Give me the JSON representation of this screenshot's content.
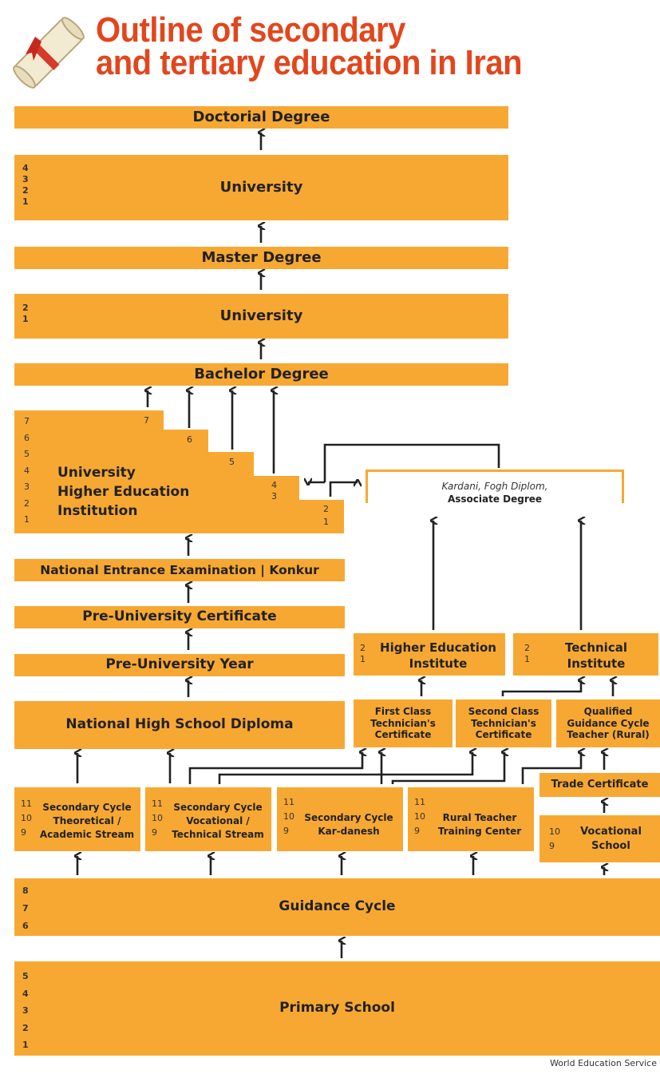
{
  "title_line1": "Outline of secondary",
  "title_line2": "and tertiary education in Iran",
  "source": "World Education Service",
  "colors": {
    "box": "#f7a833",
    "title": "#e2461d",
    "arrow": "#222222"
  },
  "doctorial": "Doctorial Degree",
  "university_doctoral": {
    "label": "University",
    "years": [
      "4",
      "3",
      "2",
      "1"
    ]
  },
  "master": "Master Degree",
  "university_master": {
    "label": "University",
    "years": [
      "2",
      "1"
    ]
  },
  "bachelor": "Bachelor Degree",
  "uni_hei": {
    "line1": "University",
    "line2": "Higher Education",
    "line3": "Institution",
    "years": [
      "7",
      "6",
      "5",
      "4",
      "3",
      "2",
      "1"
    ],
    "step_labels": [
      "7",
      "6",
      "5",
      "4",
      "3",
      "2",
      "1"
    ]
  },
  "associate": {
    "line1": "Kardani, Fogh Diplom,",
    "line2": "Associate Degree"
  },
  "konkur": "National Entrance Examination | Konkur",
  "pre_cert": "Pre-University Certificate",
  "pre_year": "Pre-University Year",
  "diploma": "National High School Diploma",
  "hei_institute": {
    "line1": "Higher Education",
    "line2": "Institute",
    "years": [
      "2",
      "1"
    ]
  },
  "tech_institute": {
    "line1": "Technical",
    "line2": "Institute",
    "years": [
      "2",
      "1"
    ]
  },
  "first_class": {
    "line1": "First Class",
    "line2": "Technician's",
    "line3": "Certificate"
  },
  "second_class": {
    "line1": "Second Class",
    "line2": "Technician's",
    "line3": "Certificate"
  },
  "qualified": {
    "line1": "Qualified",
    "line2": "Guidance Cycle",
    "line3": "Teacher (Rural)"
  },
  "trade_cert": "Trade Certificate",
  "sec_theoretical": {
    "line1": "Secondary Cycle",
    "line2": "Theoretical /",
    "line3": "Academic Stream",
    "years": [
      "11",
      "10",
      "9"
    ]
  },
  "sec_vocational": {
    "line1": "Secondary Cycle",
    "line2": "Vocational /",
    "line3": "Technical Stream",
    "years": [
      "11",
      "10",
      "9"
    ]
  },
  "sec_kardanesh": {
    "line1": "Secondary Cycle",
    "line2": "Kar-danesh",
    "years": [
      "11",
      "10",
      "9"
    ]
  },
  "rural_teacher": {
    "line1": "Rural Teacher",
    "line2": "Training Center",
    "years": [
      "11",
      "10",
      "9"
    ]
  },
  "vocational_school": {
    "line1": "Vocational",
    "line2": "School",
    "years": [
      "10",
      "9"
    ]
  },
  "guidance": {
    "label": "Guidance Cycle",
    "years": [
      "8",
      "7",
      "6"
    ]
  },
  "primary": {
    "label": "Primary School",
    "years": [
      "5",
      "4",
      "3",
      "2",
      "1"
    ]
  }
}
